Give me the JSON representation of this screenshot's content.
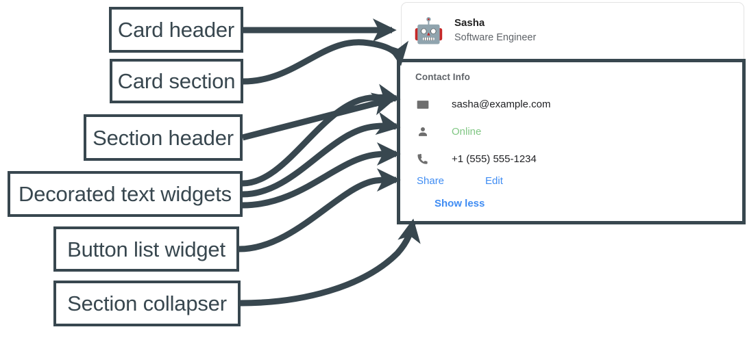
{
  "annotations": {
    "arrow_color": "#38474f",
    "labels": [
      {
        "id": "card-header",
        "text": "Card header"
      },
      {
        "id": "card-section",
        "text": "Card section"
      },
      {
        "id": "section-header",
        "text": "Section header"
      },
      {
        "id": "decorated-text-widgets",
        "text": "Decorated text widgets"
      },
      {
        "id": "button-list-widget",
        "text": "Button list widget"
      },
      {
        "id": "section-collapser",
        "text": "Section collapser"
      }
    ]
  },
  "card": {
    "header": {
      "avatar_icon": "robot-icon",
      "avatar_glyph": "🤖",
      "title": "Sasha",
      "subtitle": "Software Engineer"
    },
    "section": {
      "header": "Contact Info",
      "widgets": [
        {
          "icon": "email-icon",
          "text": "sasha@example.com",
          "color": "#202124"
        },
        {
          "icon": "person-icon",
          "text": "Online",
          "color": "#81c784"
        },
        {
          "icon": "phone-icon",
          "text": "+1 (555) 555-1234",
          "color": "#202124"
        }
      ],
      "buttons": [
        {
          "label": "Share"
        },
        {
          "label": "Edit"
        }
      ],
      "collapser": {
        "label": "Show less"
      }
    }
  },
  "colors": {
    "accent_blue": "#3f8cf3",
    "status_green": "#81c784",
    "annotation_slate": "#38474f",
    "muted_gray": "#5f6368",
    "icon_gray": "#6e6e6e"
  }
}
